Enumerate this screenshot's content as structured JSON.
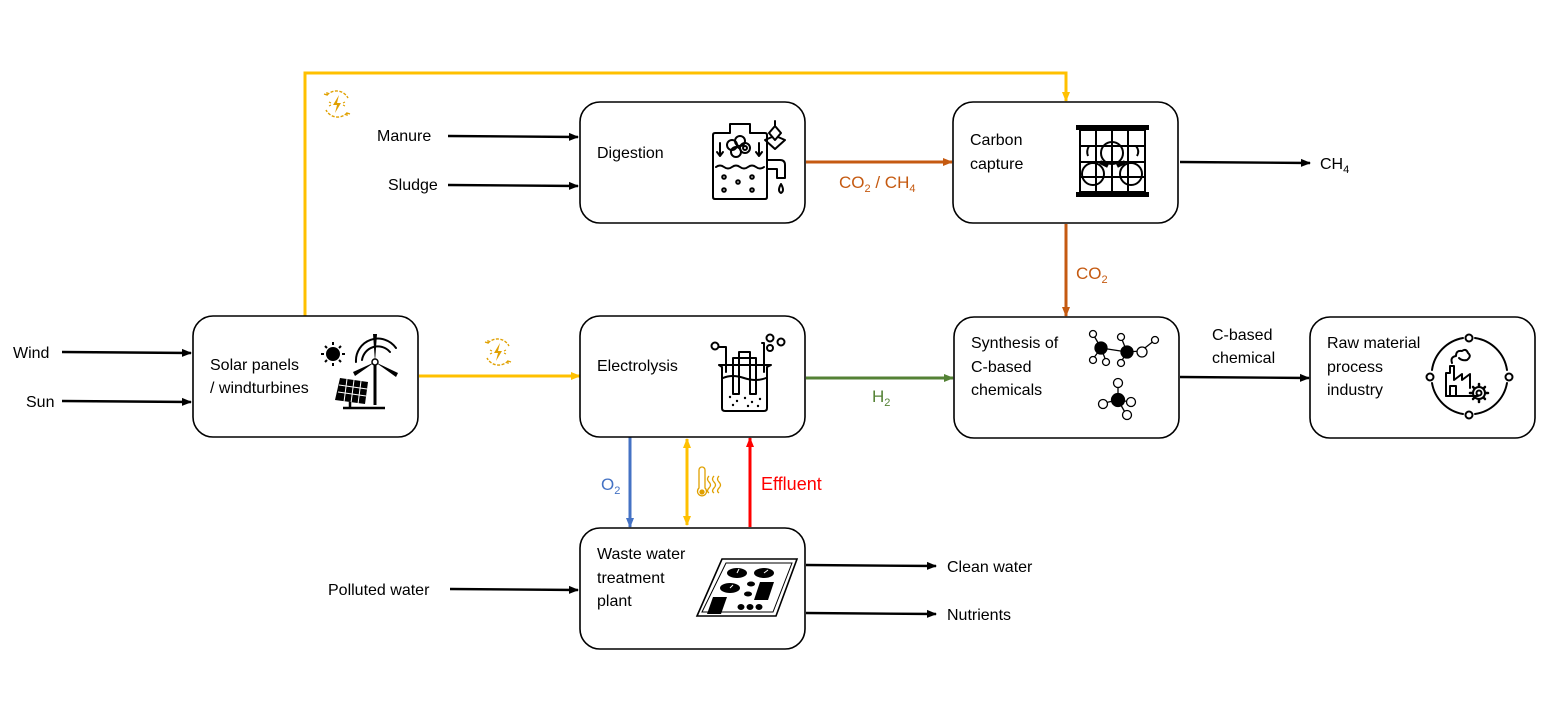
{
  "diagram": {
    "colors": {
      "energy": "#FFC000",
      "energy_icon": "#E0A000",
      "carbon": "#C55A11",
      "hydrogen": "#548235",
      "oxygen": "#4472C4",
      "effluent": "#FF0000",
      "black": "#000000"
    },
    "nodes": {
      "solar": {
        "line1": "Solar panels",
        "line2": "/ windturbines",
        "icon": "sun-windturbine-solar-panel-icon"
      },
      "digestion": {
        "line1": "Digestion",
        "icon": "digester-tank-icon"
      },
      "electrolysis": {
        "line1": "Electrolysis",
        "icon": "electrolysis-beaker-icon"
      },
      "carbon_capture": {
        "line1": "Carbon",
        "line2": "capture",
        "icon": "carbon-capture-filter-icon"
      },
      "synthesis": {
        "line1": "Synthesis of",
        "line2": "C-based",
        "line3": "chemicals",
        "icon": "molecule-icon"
      },
      "raw_material": {
        "line1": "Raw material",
        "line2": "process",
        "line3": "industry",
        "icon": "factory-gear-cycle-icon"
      },
      "wwtp": {
        "line1": "Waste water",
        "line2": "treatment",
        "line3": "plant",
        "icon": "control-panel-icon"
      }
    },
    "inputs": {
      "wind": "Wind",
      "sun": "Sun",
      "manure": "Manure",
      "sludge": "Sludge",
      "polluted_water": "Polluted water"
    },
    "flows": {
      "co2_ch4": {
        "a": "CO",
        "a_sub": "2",
        "sep": " / CH",
        "b_sub": "4"
      },
      "co2": {
        "a": "CO",
        "a_sub": "2"
      },
      "h2": {
        "a": "H",
        "a_sub": "2"
      },
      "o2": {
        "a": "O",
        "a_sub": "2"
      },
      "ch4": {
        "a": "CH",
        "a_sub": "4"
      },
      "effluent": "Effluent",
      "c_based_line1": "C-based",
      "c_based_line2": "chemical",
      "clean_water": "Clean water",
      "nutrients": "Nutrients",
      "heat_icon": "thermometer-heat-icon",
      "electricity_icon": "electricity-cycle-icon"
    }
  }
}
